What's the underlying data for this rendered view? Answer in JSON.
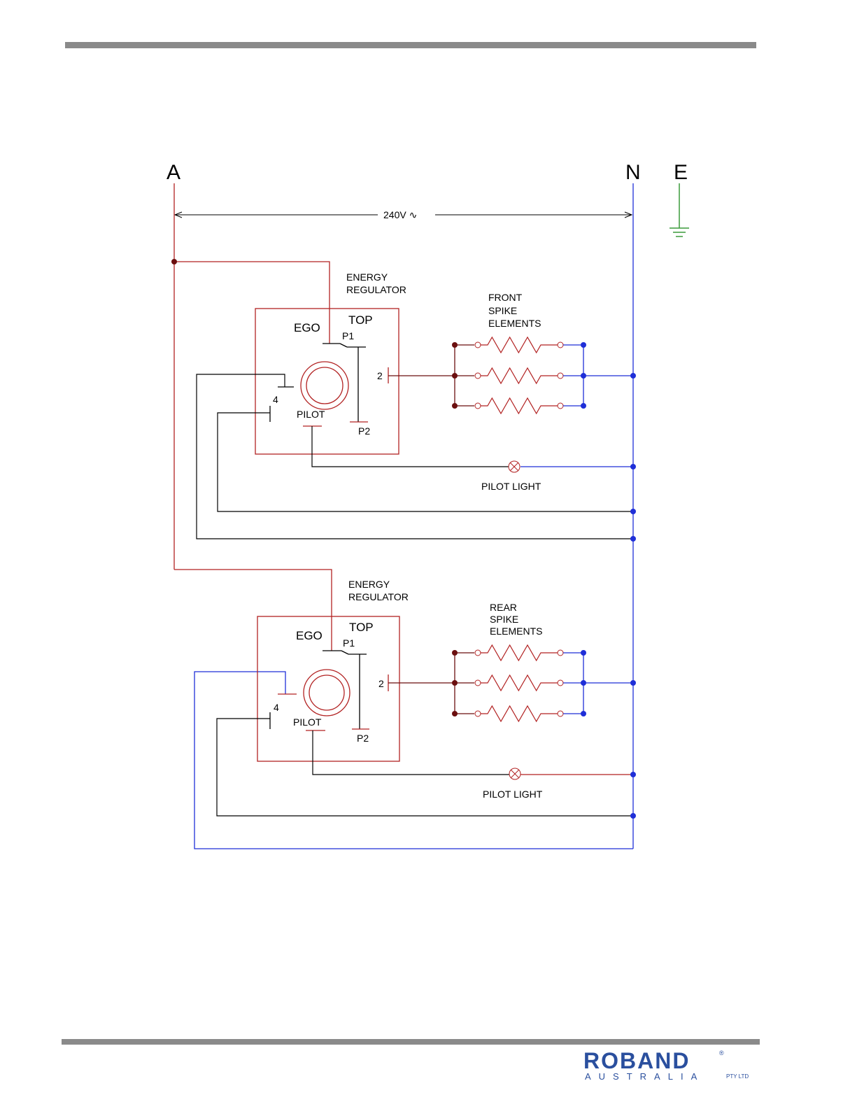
{
  "supply": {
    "active": "A",
    "neutral": "N",
    "earth": "E",
    "voltage": "240V ∿"
  },
  "colors": {
    "active": "#b22222",
    "neutral": "#1f2fd8",
    "earth": "#3a9a3a",
    "control": "#000000",
    "junction": "#6b0f0f"
  },
  "units": [
    {
      "title_line1": "ENERGY",
      "title_line2": "REGULATOR",
      "brand": "EGO",
      "top": "TOP",
      "p1": "P1",
      "p2": "P2",
      "t2": "2",
      "t4": "4",
      "pilot": "PILOT",
      "elements_line1": "FRONT",
      "elements_line2": "SPIKE",
      "elements_line3": "ELEMENTS",
      "pilot_light": "PILOT LIGHT"
    },
    {
      "title_line1": "ENERGY",
      "title_line2": "REGULATOR",
      "brand": "EGO",
      "top": "TOP",
      "p1": "P1",
      "p2": "P2",
      "t2": "2",
      "t4": "4",
      "pilot": "PILOT",
      "elements_line1": "REAR",
      "elements_line2": "SPIKE",
      "elements_line3": "ELEMENTS",
      "pilot_light": "PILOT LIGHT"
    }
  ],
  "logo": {
    "name": "ROBAND",
    "registered": "®",
    "country": "AUSTRALIA",
    "suffix": "PTY LTD"
  }
}
